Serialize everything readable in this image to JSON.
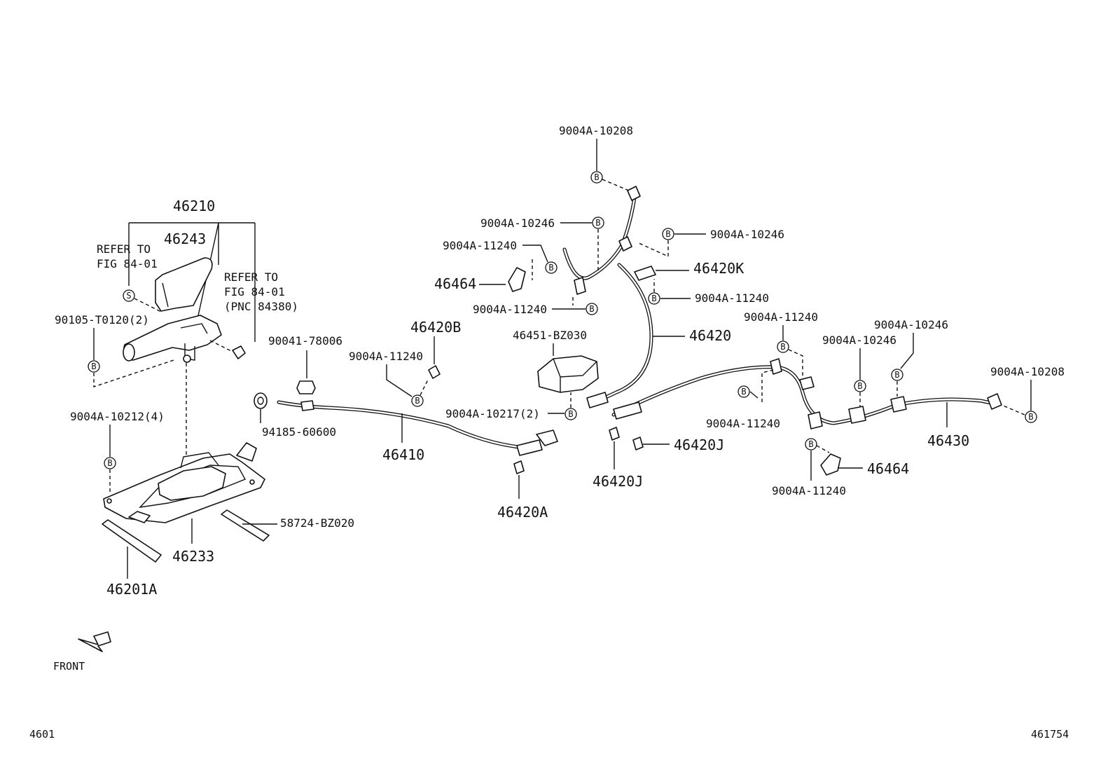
{
  "figure": {
    "page_code": "4601",
    "illustration_code": "461754",
    "front_label": "FRONT"
  },
  "callouts": {
    "p46210": "46210",
    "p46243": "46243",
    "refer1_line1": "REFER TO",
    "refer1_line2": "FIG 84-01",
    "refer2_line1": "REFER TO",
    "refer2_line2": "FIG 84-01",
    "refer2_line3": "(PNC 84380)",
    "p90105": "90105-T0120(2)",
    "p90041": "90041-78006",
    "p9004A_10212": "9004A-10212(4)",
    "p94185": "94185-60600",
    "p46410": "46410",
    "p46420B": "46420B",
    "p9004A_11240_a": "9004A-11240",
    "p46233": "46233",
    "p58724": "58724-BZ020",
    "p46201A": "46201A",
    "p46420A": "46420A",
    "p9004A_10217": "9004A-10217(2)",
    "p46451": "46451-BZ030",
    "p9004A_10208_top": "9004A-10208",
    "p9004A_10246_a": "9004A-10246",
    "p9004A_11240_b": "9004A-11240",
    "p46464_a": "46464",
    "p9004A_11240_c": "9004A-11240",
    "p9004A_10246_b": "9004A-10246",
    "p46420K": "46420K",
    "p9004A_11240_d": "9004A-11240",
    "p46420": "46420",
    "p9004A_11240_e": "9004A-11240",
    "p9004A_10246_c": "9004A-10246",
    "p9004A_10246_d": "9004A-10246",
    "p9004A_10208_right": "9004A-10208",
    "p9004A_11240_f": "9004A-11240",
    "p46420J_a": "46420J",
    "p46420J_b": "46420J",
    "p46430": "46430",
    "p46464_b": "46464",
    "p9004A_11240_g": "9004A-11240"
  },
  "symbols": {
    "bolt_marker": "B",
    "screw_marker": "S"
  }
}
